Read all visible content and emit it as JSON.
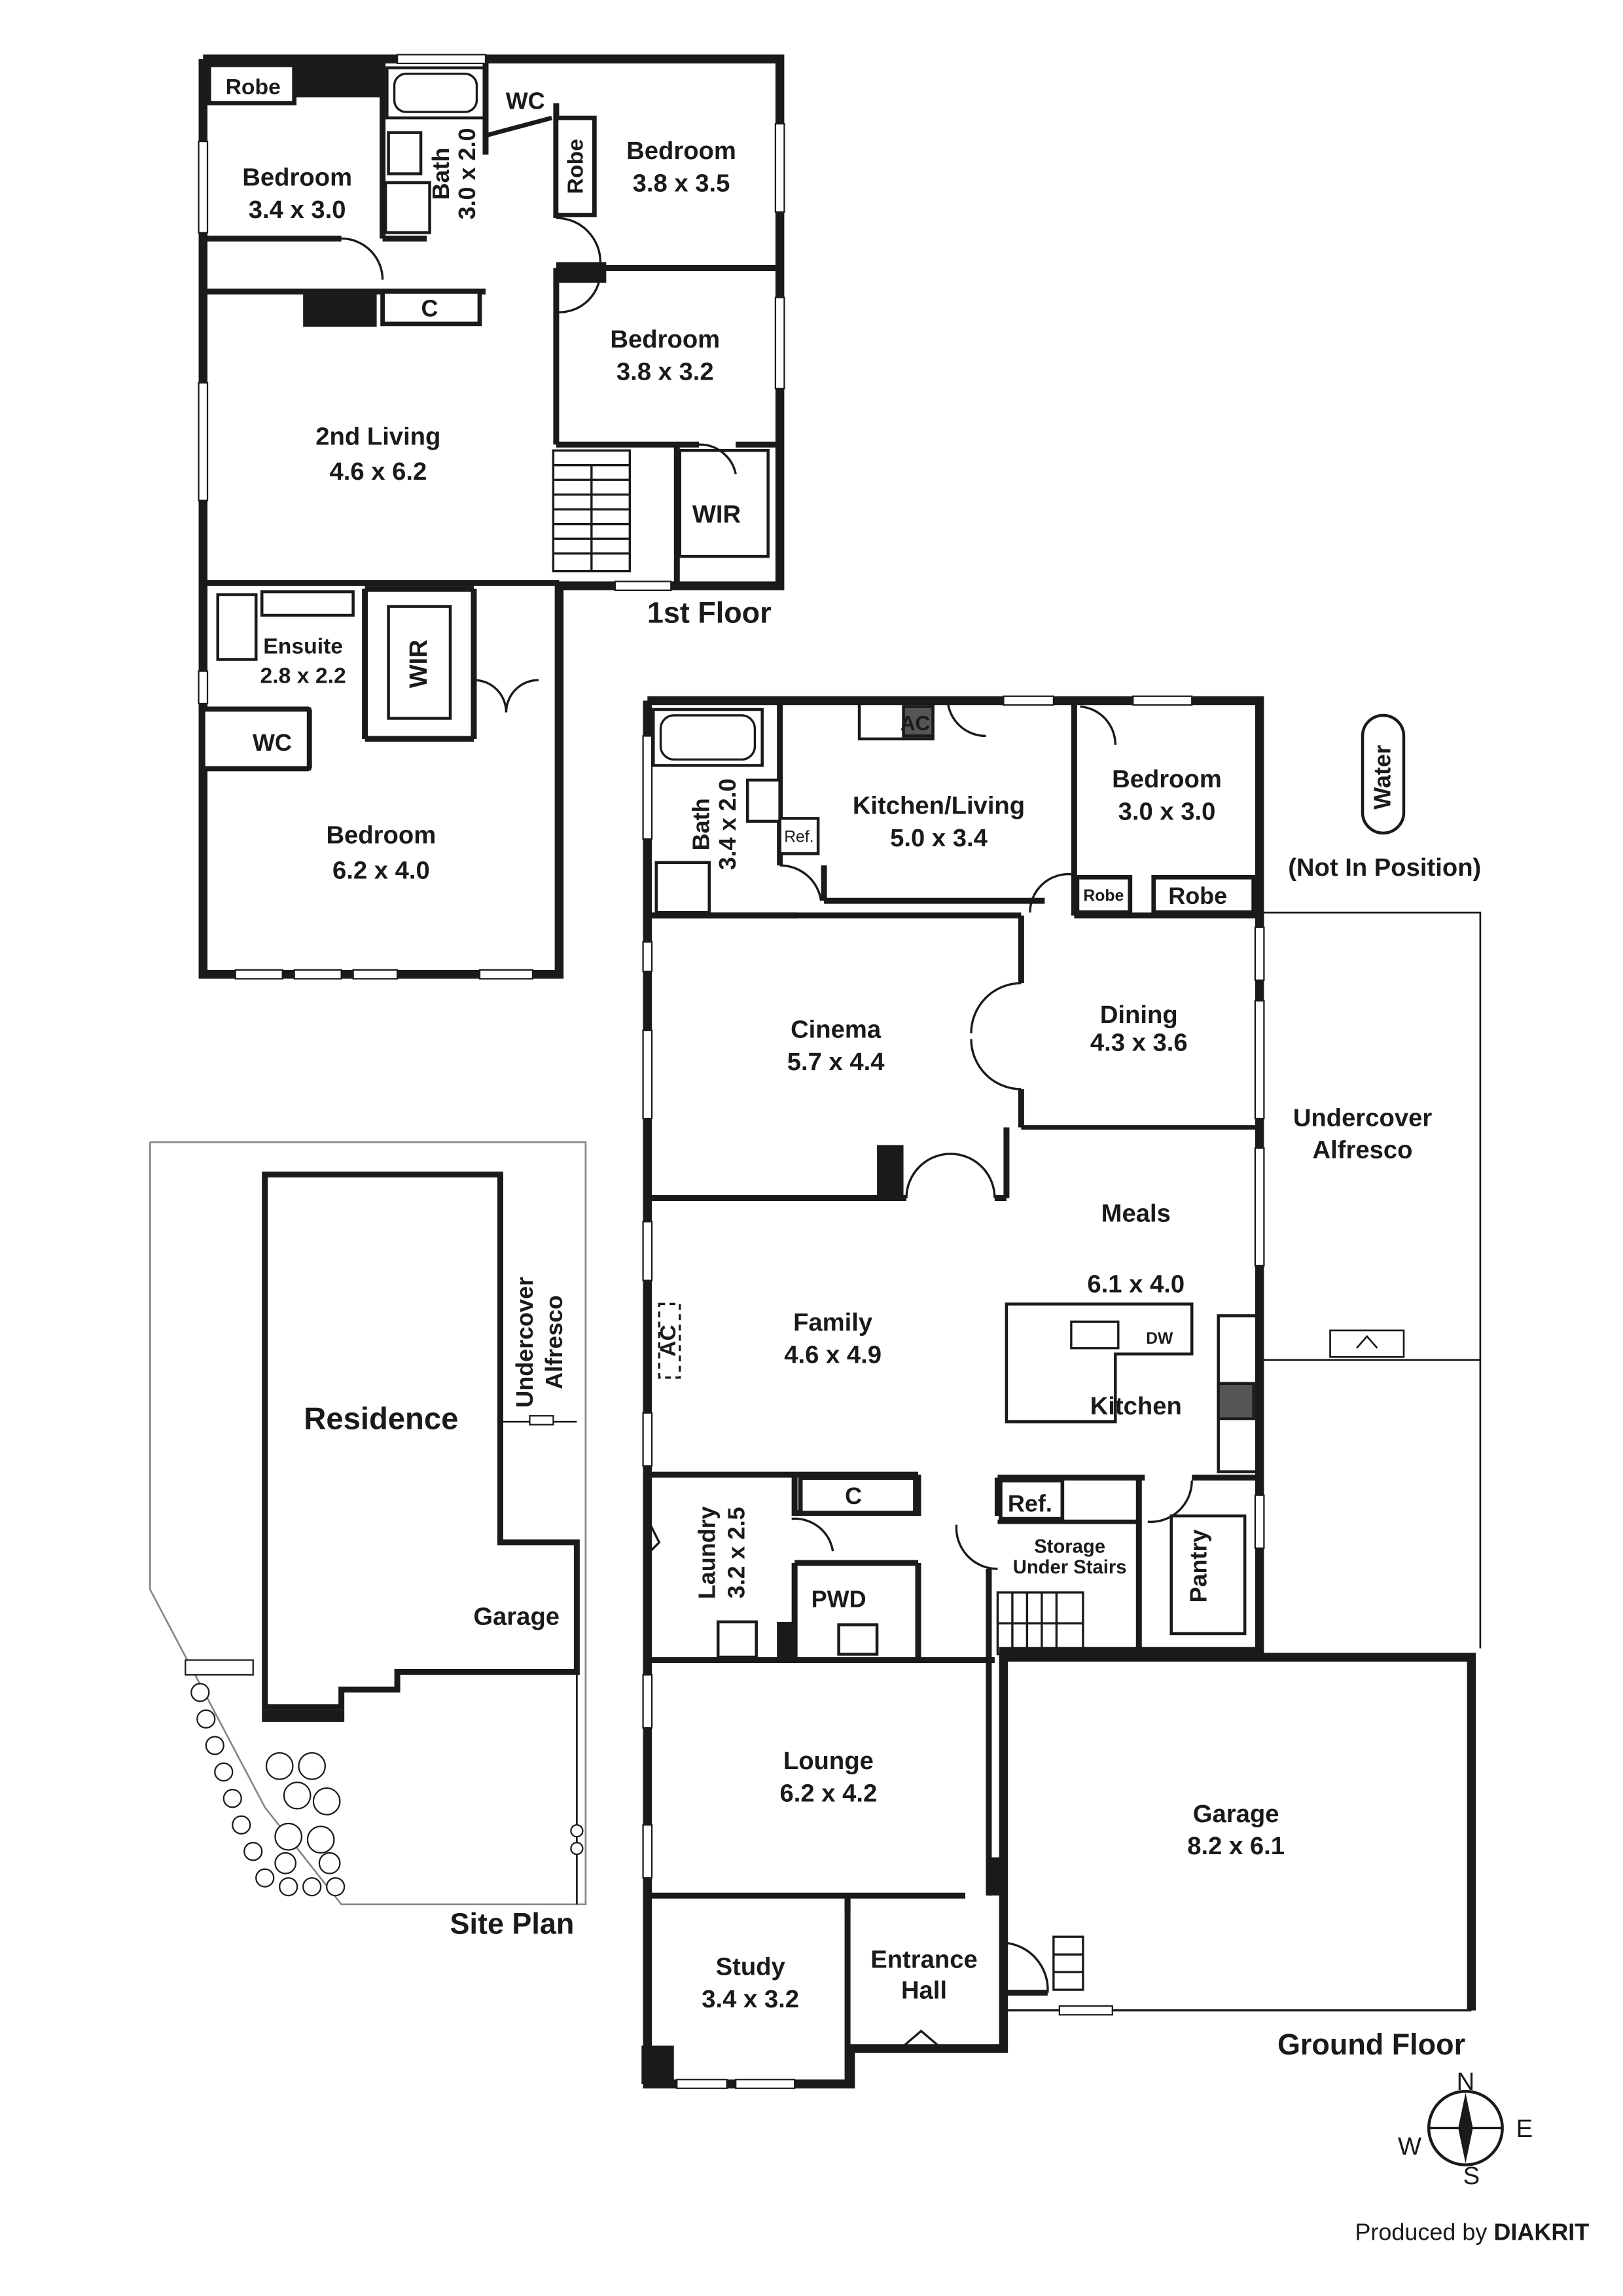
{
  "first_floor": {
    "title": "1st Floor",
    "rooms": [
      {
        "id": "robe-nw",
        "name": "Robe",
        "dims": ""
      },
      {
        "id": "bedroom-nw",
        "name": "Bedroom",
        "dims": "3.4 x 3.0"
      },
      {
        "id": "bath-1f",
        "name": "Bath",
        "dims": "3.0 x 2.0"
      },
      {
        "id": "wc-1f",
        "name": "WC",
        "dims": ""
      },
      {
        "id": "robe-ne",
        "name": "Robe",
        "dims": ""
      },
      {
        "id": "bedroom-ne",
        "name": "Bedroom",
        "dims": "3.8 x 3.5"
      },
      {
        "id": "closet-1f",
        "name": "C",
        "dims": ""
      },
      {
        "id": "bedroom-e",
        "name": "Bedroom",
        "dims": "3.8 x 3.2"
      },
      {
        "id": "second-living",
        "name": "2nd Living",
        "dims": "4.6 x 6.2"
      },
      {
        "id": "wir-1f-e",
        "name": "WIR",
        "dims": ""
      },
      {
        "id": "ensuite",
        "name": "Ensuite",
        "dims": "2.8 x 2.2"
      },
      {
        "id": "wir-1f-s",
        "name": "WIR",
        "dims": ""
      },
      {
        "id": "wc-ensuite",
        "name": "WC",
        "dims": ""
      },
      {
        "id": "bedroom-master",
        "name": "Bedroom",
        "dims": "6.2 x 4.0"
      }
    ]
  },
  "ground_floor": {
    "title": "Ground Floor",
    "rooms": [
      {
        "id": "bath-gf",
        "name": "Bath",
        "dims": "3.4 x 2.0"
      },
      {
        "id": "kitchen-living",
        "name": "Kitchen/Living",
        "dims": "5.0 x 3.4"
      },
      {
        "id": "ac-top",
        "name": "AC",
        "dims": ""
      },
      {
        "id": "ref-top",
        "name": "Ref.",
        "dims": ""
      },
      {
        "id": "bedroom-gf",
        "name": "Bedroom",
        "dims": "3.0 x 3.0"
      },
      {
        "id": "robe-gf-small",
        "name": "Robe",
        "dims": ""
      },
      {
        "id": "robe-gf",
        "name": "Robe",
        "dims": ""
      },
      {
        "id": "cinema",
        "name": "Cinema",
        "dims": "5.7 x 4.4"
      },
      {
        "id": "dining",
        "name": "Dining",
        "dims": "4.3 x 3.6"
      },
      {
        "id": "meals",
        "name": "Meals",
        "dims": "6.1 x 4.0"
      },
      {
        "id": "family",
        "name": "Family",
        "dims": "4.6 x 4.9"
      },
      {
        "id": "ac-family",
        "name": "AC",
        "dims": ""
      },
      {
        "id": "kitchen",
        "name": "Kitchen",
        "dims": ""
      },
      {
        "id": "dw",
        "name": "DW",
        "dims": ""
      },
      {
        "id": "laundry",
        "name": "Laundry",
        "dims": "3.2 x 2.5"
      },
      {
        "id": "closet-gf",
        "name": "C",
        "dims": ""
      },
      {
        "id": "pwd",
        "name": "PWD",
        "dims": ""
      },
      {
        "id": "ref-kitchen",
        "name": "Ref.",
        "dims": ""
      },
      {
        "id": "storage",
        "name": "Storage",
        "dims": "Under Stairs"
      },
      {
        "id": "pantry",
        "name": "Pantry",
        "dims": ""
      },
      {
        "id": "lounge",
        "name": "Lounge",
        "dims": "6.2 x 4.2"
      },
      {
        "id": "garage-gf",
        "name": "Garage",
        "dims": "8.2 x 6.1"
      },
      {
        "id": "study",
        "name": "Study",
        "dims": "3.4 x 3.2"
      },
      {
        "id": "entrance-hall",
        "name": "Entrance",
        "dims": "Hall"
      },
      {
        "id": "alfresco-gf",
        "name": "Undercover",
        "dims": "Alfresco"
      }
    ],
    "water_tank": {
      "name": "Water",
      "note": "(Not In Position)"
    }
  },
  "site_plan": {
    "title": "Site Plan",
    "residence": "Residence",
    "garage": "Garage",
    "alfresco": [
      "Undercover",
      "Alfresco"
    ]
  },
  "compass": {
    "n": "N",
    "e": "E",
    "s": "S",
    "w": "W"
  },
  "credit": {
    "prefix": "Produced by",
    "brand": "DIAKRIT"
  }
}
